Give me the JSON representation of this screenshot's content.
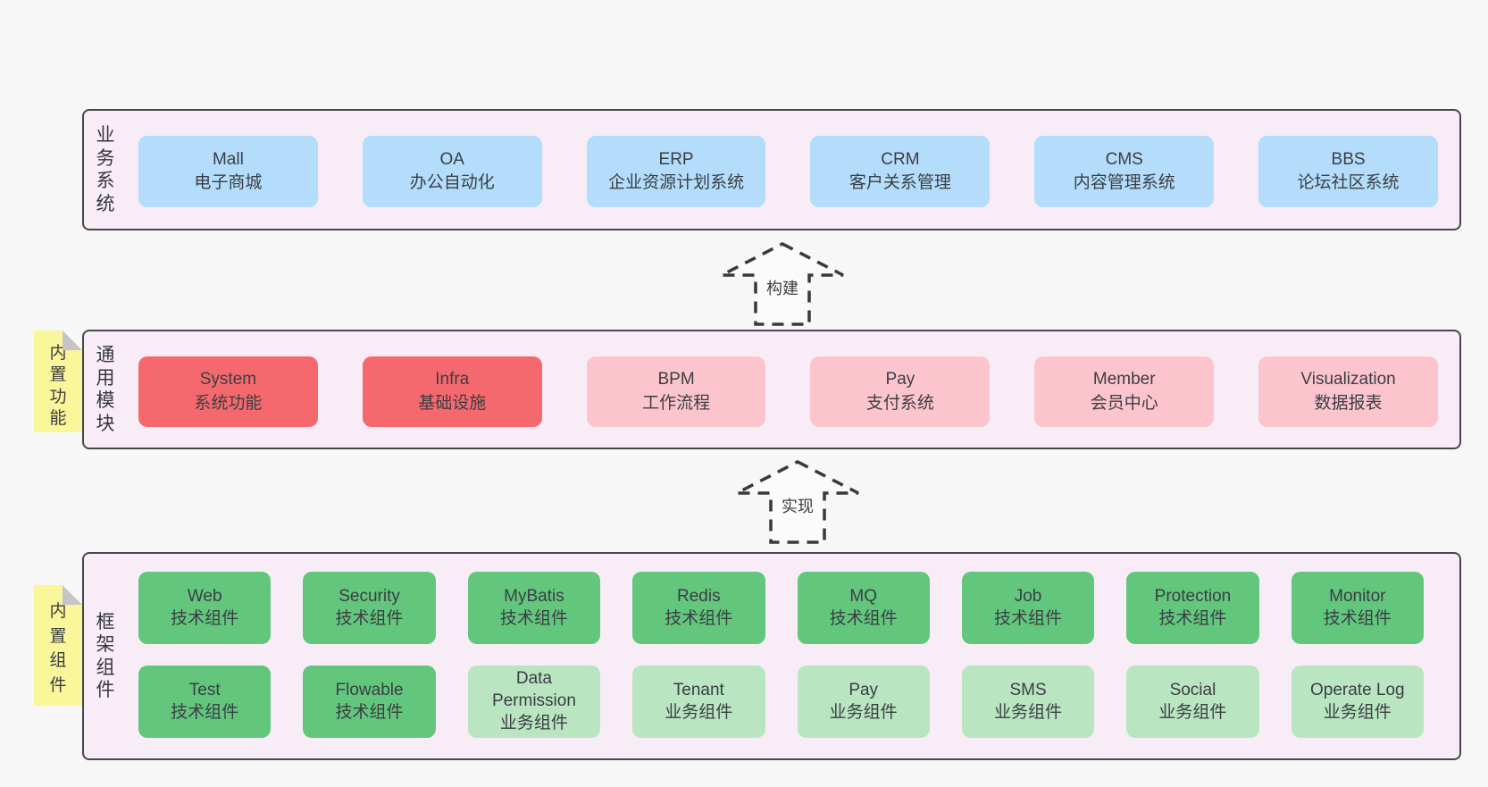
{
  "colors": {
    "page_background": "#f7f7f7",
    "panel_background": "#f8edf6",
    "panel_border": "#46474b",
    "blue_box": "#b3ddfb",
    "red_box": "#f5696e",
    "pink_box": "#fcc5ce",
    "green_box": "#62c67d",
    "light_green_box": "#b9e5c1",
    "sticky_yellow": "#faf69a",
    "sticky_fold": "#c5c5c8",
    "text": "#3b3e44",
    "arrow_stroke": "#39393b"
  },
  "arrows": [
    {
      "label": "构建"
    },
    {
      "label": "实现"
    }
  ],
  "layers": [
    {
      "label": "业务系统",
      "boxes": [
        {
          "title": "Mall",
          "subtitle": "电子商城",
          "variant": "blue"
        },
        {
          "title": "OA",
          "subtitle": "办公自动化",
          "variant": "blue"
        },
        {
          "title": "ERP",
          "subtitle": "企业资源计划系统",
          "variant": "blue"
        },
        {
          "title": "CRM",
          "subtitle": "客户关系管理",
          "variant": "blue"
        },
        {
          "title": "CMS",
          "subtitle": "内容管理系统",
          "variant": "blue"
        },
        {
          "title": "BBS",
          "subtitle": "论坛社区系统",
          "variant": "blue"
        }
      ]
    },
    {
      "label": "通用模块",
      "sticky": "内置功能",
      "boxes": [
        {
          "title": "System",
          "subtitle": "系统功能",
          "variant": "red"
        },
        {
          "title": "Infra",
          "subtitle": "基础设施",
          "variant": "red"
        },
        {
          "title": "BPM",
          "subtitle": "工作流程",
          "variant": "pink"
        },
        {
          "title": "Pay",
          "subtitle": "支付系统",
          "variant": "pink"
        },
        {
          "title": "Member",
          "subtitle": "会员中心",
          "variant": "pink"
        },
        {
          "title": "Visualization",
          "subtitle": "数据报表",
          "variant": "pink"
        }
      ]
    },
    {
      "label": "框架组件",
      "sticky": "内置组件",
      "rows": [
        [
          {
            "title": "Web",
            "subtitle": "技术组件",
            "variant": "green"
          },
          {
            "title": "Security",
            "subtitle": "技术组件",
            "variant": "green"
          },
          {
            "title": "MyBatis",
            "subtitle": "技术组件",
            "variant": "green"
          },
          {
            "title": "Redis",
            "subtitle": "技术组件",
            "variant": "green"
          },
          {
            "title": "MQ",
            "subtitle": "技术组件",
            "variant": "green"
          },
          {
            "title": "Job",
            "subtitle": "技术组件",
            "variant": "green"
          },
          {
            "title": "Protection",
            "subtitle": "技术组件",
            "variant": "green"
          },
          {
            "title": "Monitor",
            "subtitle": "技术组件",
            "variant": "green"
          }
        ],
        [
          {
            "title": "Test",
            "subtitle": "技术组件",
            "variant": "green"
          },
          {
            "title": "Flowable",
            "subtitle": "技术组件",
            "variant": "green"
          },
          {
            "title": "Data Permission",
            "subtitle": "业务组件",
            "variant": "light-green"
          },
          {
            "title": "Tenant",
            "subtitle": "业务组件",
            "variant": "light-green"
          },
          {
            "title": "Pay",
            "subtitle": "业务组件",
            "variant": "light-green"
          },
          {
            "title": "SMS",
            "subtitle": "业务组件",
            "variant": "light-green"
          },
          {
            "title": "Social",
            "subtitle": "业务组件",
            "variant": "light-green"
          },
          {
            "title": "Operate Log",
            "subtitle": "业务组件",
            "variant": "light-green"
          }
        ]
      ]
    }
  ]
}
